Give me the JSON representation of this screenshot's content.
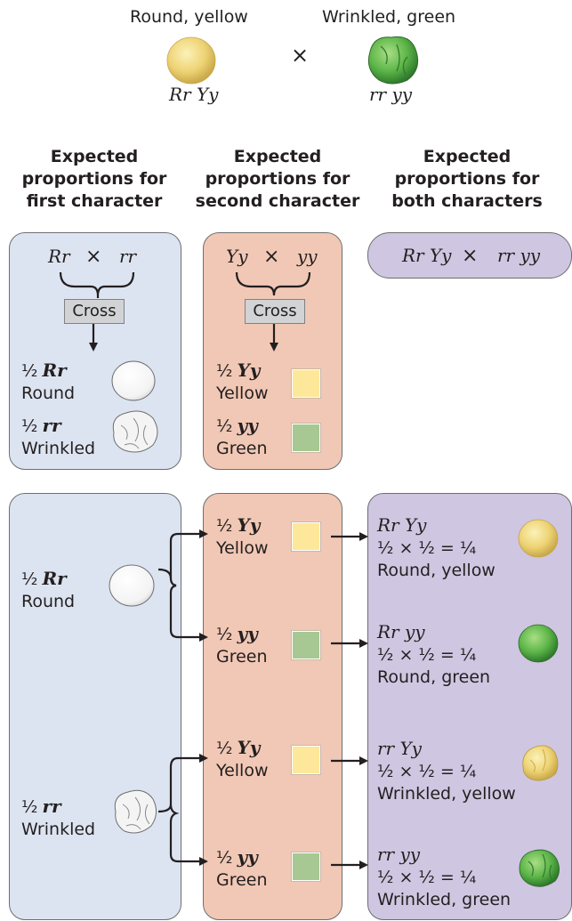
{
  "parents": {
    "left_label": "Round, yellow",
    "left_genotype": "Rr Yy",
    "cross_symbol": "×",
    "right_label": "Wrinkled, green",
    "right_genotype": "rr yy"
  },
  "headers": {
    "col1": [
      "Expected",
      "proportions for",
      "first character"
    ],
    "col2": [
      "Expected",
      "proportions for",
      "second character"
    ],
    "col3": [
      "Expected",
      "proportions for",
      "both characters"
    ]
  },
  "top": {
    "col1": {
      "cross_left": "Rr",
      "cross_sym": "×",
      "cross_right": "rr",
      "cross_label": "Cross",
      "rows": [
        {
          "fraction": "½",
          "genotype": "Rr",
          "phenotype": "Round"
        },
        {
          "fraction": "½",
          "genotype": "rr",
          "phenotype": "Wrinkled"
        }
      ]
    },
    "col2": {
      "cross_left": "Yy",
      "cross_sym": "×",
      "cross_right": "yy",
      "cross_label": "Cross",
      "rows": [
        {
          "fraction": "½",
          "genotype": "Yy",
          "phenotype": "Yellow"
        },
        {
          "fraction": "½",
          "genotype": "yy",
          "phenotype": "Green"
        }
      ]
    },
    "col3": {
      "cross_left": "Rr Yy",
      "cross_sym": "×",
      "cross_right": "rr yy"
    }
  },
  "bottom": {
    "col1": [
      {
        "fraction": "½",
        "genotype": "Rr",
        "phenotype": "Round"
      },
      {
        "fraction": "½",
        "genotype": "rr",
        "phenotype": "Wrinkled"
      }
    ],
    "col2": [
      {
        "fraction": "½",
        "genotype": "Yy",
        "phenotype": "Yellow"
      },
      {
        "fraction": "½",
        "genotype": "yy",
        "phenotype": "Green"
      },
      {
        "fraction": "½",
        "genotype": "Yy",
        "phenotype": "Yellow"
      },
      {
        "fraction": "½",
        "genotype": "yy",
        "phenotype": "Green"
      }
    ],
    "col3": [
      {
        "genotype": "Rr Yy",
        "calc": "½ × ½ = ¼",
        "phenotype": "Round, yellow"
      },
      {
        "genotype": "Rr yy",
        "calc": "½ × ½ = ¼",
        "phenotype": "Round, green"
      },
      {
        "genotype": "rr Yy",
        "calc": "½ × ½ = ¼",
        "phenotype": "Wrinkled, yellow"
      },
      {
        "genotype": "rr yy",
        "calc": "½ × ½ = ¼",
        "phenotype": "Wrinkled, green"
      }
    ]
  },
  "colors": {
    "blue_panel": "#dde4f1",
    "salmon_panel": "#f1c8b5",
    "lavender_panel": "#cfc6e1",
    "yellow_swatch": "#fde79a",
    "green_swatch": "#a7c893"
  }
}
